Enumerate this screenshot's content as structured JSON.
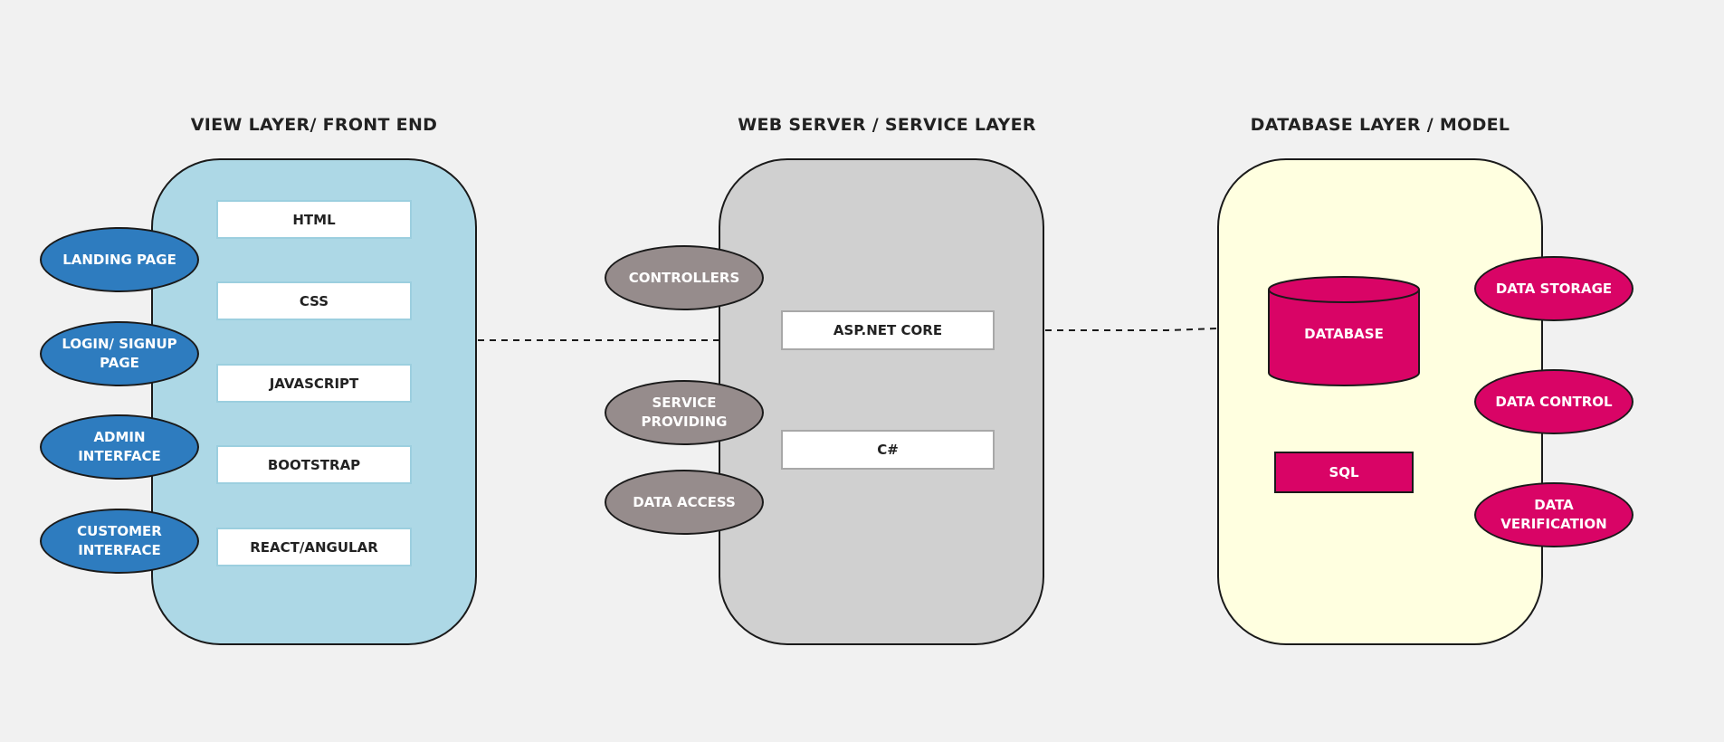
{
  "layers": {
    "front_end": {
      "title": "VIEW LAYER/ FRONT END",
      "technologies": [
        "HTML",
        "CSS",
        "JAVASCRIPT",
        "BOOTSTRAP",
        "REACT/ANGULAR"
      ],
      "features": [
        "LANDING PAGE",
        "LOGIN/ SIGNUP PAGE",
        "ADMIN INTERFACE",
        "CUSTOMER INTERFACE"
      ]
    },
    "service": {
      "title": "WEB SERVER / SERVICE LAYER",
      "technologies": [
        "ASP.NET CORE",
        "C#"
      ],
      "features": [
        "CONTROLLERS",
        "SERVICE PROVIDING",
        "DATA ACCESS"
      ]
    },
    "database": {
      "title": "DATABASE LAYER / MODEL",
      "database_label": "DATABASE",
      "sql_label": "SQL",
      "features": [
        "DATA STORAGE",
        "DATA CONTROL",
        "DATA VERIFICATION"
      ]
    }
  },
  "colors": {
    "background": "#f1f1f1",
    "front_panel": "#add8e6",
    "front_ellipse": "#2e7cbf",
    "server_panel": "#d0d0d0",
    "server_ellipse": "#968c8c",
    "db_panel": "#ffffe0",
    "db_accent": "#d90466"
  }
}
